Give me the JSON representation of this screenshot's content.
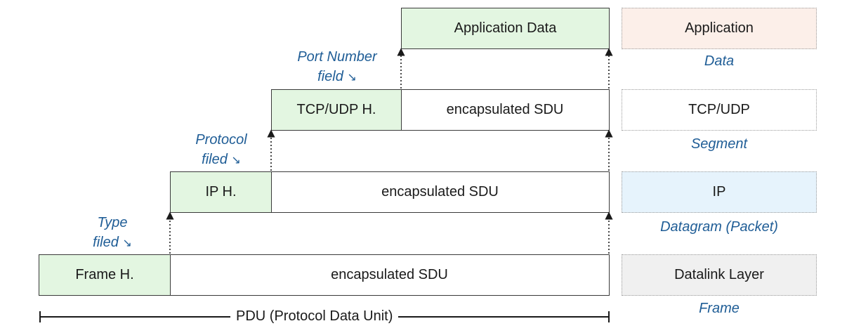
{
  "rows": {
    "application": {
      "data_label": "Application Data"
    },
    "transport": {
      "header_label": "TCP/UDP H.",
      "sdu_label": "encapsulated SDU"
    },
    "network": {
      "header_label": "IP H.",
      "sdu_label": "encapsulated SDU"
    },
    "datalink": {
      "header_label": "Frame H.",
      "sdu_label": "encapsulated SDU"
    }
  },
  "layers": {
    "application": {
      "name": "Application",
      "pdu_name": "Data",
      "fill": "#fcefe9"
    },
    "transport": {
      "name": "TCP/UDP",
      "pdu_name": "Segment",
      "fill": "#ffffff"
    },
    "network": {
      "name": "IP",
      "pdu_name": "Datagram (Packet)",
      "fill": "#e6f3fc"
    },
    "datalink": {
      "name": "Datalink Layer",
      "pdu_name": "Frame",
      "fill": "#f0f0f0"
    }
  },
  "field_labels": {
    "port": {
      "line1": "Port Number",
      "line2": "field"
    },
    "protocol": {
      "line1": "Protocol",
      "line2": "filed"
    },
    "type": {
      "line1": "Type",
      "line2": "filed"
    },
    "arrow_glyph": "↘"
  },
  "pdu_span": {
    "label": "PDU (Protocol Data Unit)"
  },
  "colors": {
    "header_fill": "#e3f6e1",
    "label_blue": "#1f5d96"
  }
}
